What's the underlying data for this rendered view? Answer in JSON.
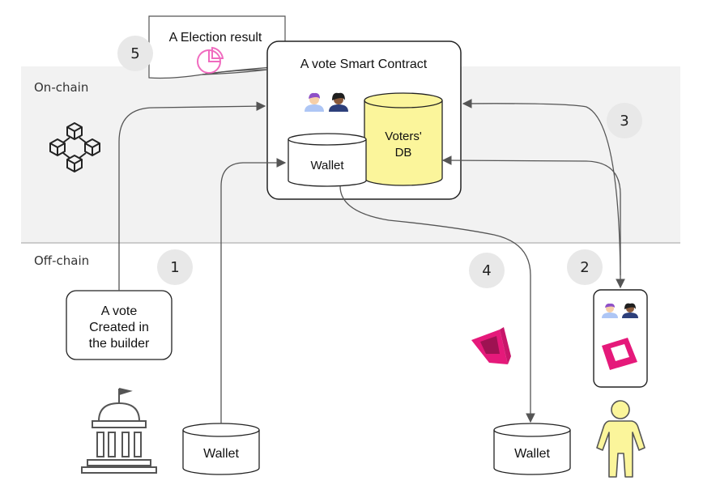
{
  "zones": {
    "on_chain": "On-chain",
    "off_chain": "Off-chain"
  },
  "election_doc": {
    "title": "A Election result"
  },
  "contract": {
    "title": "A vote Smart Contract",
    "wallet_label": "Wallet",
    "db_label_line1": "Voters'",
    "db_label_line2": "DB"
  },
  "builder_box": {
    "line1": "A vote",
    "line2": "Created in",
    "line3": "the builder"
  },
  "wallets": {
    "org_wallet": "Wallet",
    "voter_wallet": "Wallet"
  },
  "steps": [
    "1",
    "2",
    "3",
    "4",
    "5"
  ],
  "colors": {
    "voters_db_fill": "#fbf59b",
    "token_magenta": "#e5197a",
    "person_yellow": "#fbf59b",
    "chain_band": "#f2f2f2",
    "arrow": "#555555"
  },
  "icons": [
    "blockchain-cubes-icon",
    "pie-chart-icon",
    "voters-avatars-icon",
    "government-building-icon",
    "token-icon",
    "person-icon",
    "phone-icon"
  ]
}
